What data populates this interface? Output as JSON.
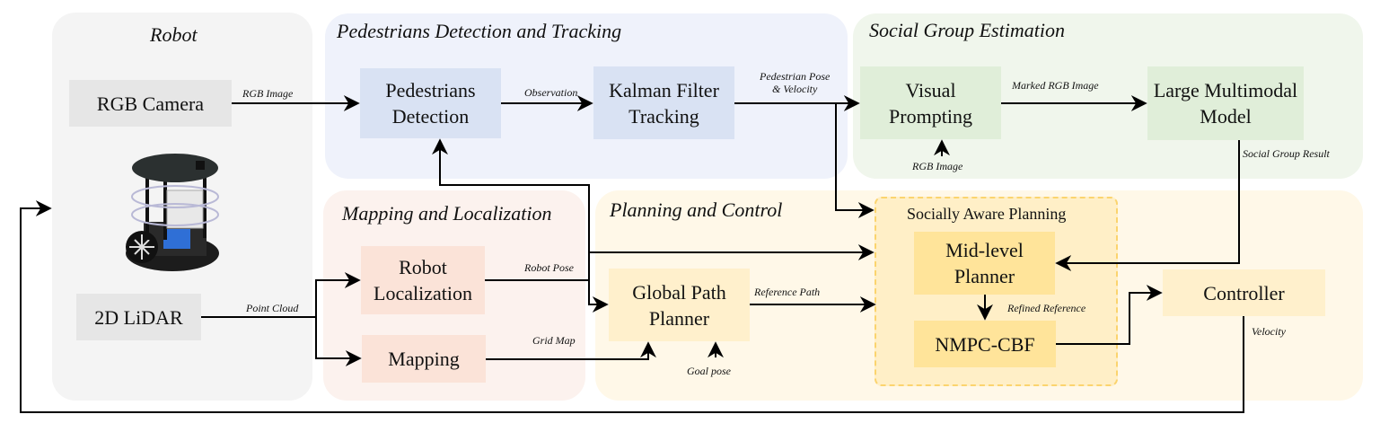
{
  "colors": {
    "robot_panel": "#f4f4f4",
    "robot_box": "#e6e6e6",
    "detection_panel": "#eff2fb",
    "detection_box": "#d9e2f3",
    "social_panel": "#f0f6ec",
    "social_box": "#e0eed9",
    "mapping_panel": "#fcf2ee",
    "mapping_box": "#fbe3d8",
    "planning_panel": "#fff8e8",
    "planning_box": "#fff0cc",
    "socially_aware_fill": "#ffefc7",
    "socially_aware_border": "#fbd46e",
    "socially_aware_box": "#ffe49a",
    "wire": "#000000"
  },
  "panels": {
    "robot": {
      "title": "Robot",
      "boxes": {
        "camera": "RGB Camera",
        "lidar": "2D LiDAR"
      },
      "illustration": "mobile-robot-image"
    },
    "detection": {
      "title": "Pedestrians Detection and Tracking",
      "boxes": {
        "detection": [
          "Pedestrians",
          "Detection"
        ],
        "kalman": [
          "Kalman Filter",
          "Tracking"
        ]
      }
    },
    "social": {
      "title": "Social Group Estimation",
      "boxes": {
        "visual_prompting": [
          "Visual",
          "Prompting"
        ],
        "lmm": [
          "Large Multimodal",
          "Model"
        ]
      }
    },
    "mapping": {
      "title": "Mapping and Localization",
      "boxes": {
        "localization": [
          "Robot",
          "Localization"
        ],
        "mapping": "Mapping"
      }
    },
    "planning": {
      "title": "Planning and Control",
      "boxes": {
        "global_planner": [
          "Global Path",
          "Planner"
        ],
        "controller": "Controller"
      },
      "socially_aware": {
        "title": "Socially Aware Planning",
        "boxes": {
          "mid_level": [
            "Mid-level",
            "Planner"
          ],
          "nmpc": "NMPC-CBF"
        }
      }
    }
  },
  "edge_labels": {
    "rgb_image": "RGB Image",
    "observation": "Observation",
    "ped_pose_velocity": [
      "Pedestrian Pose",
      "& Velocity"
    ],
    "marked_rgb": "Marked RGB Image",
    "rgb_image_2": "RGB Image",
    "social_group_result": "Social Group Result",
    "point_cloud": "Point Cloud",
    "robot_pose": "Robot Pose",
    "grid_map": "Grid Map",
    "reference_path": "Reference Path",
    "goal_pose": "Goal pose",
    "refined_reference": "Refined Reference",
    "velocity": "Velocity"
  }
}
